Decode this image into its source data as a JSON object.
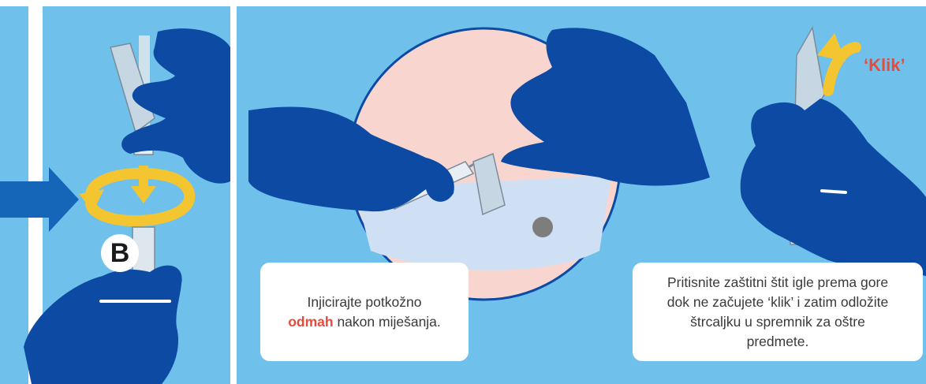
{
  "colors": {
    "background": "#6fc1ec",
    "glove": "#0d4aa3",
    "accent_red": "#e84b3c",
    "arrow_yellow": "#f3c531",
    "arrow_blue": "#1565b8",
    "skin": "#f8d6cf",
    "pouch": "#cfe0f5"
  },
  "icons": [
    "rotate-arrow-icon",
    "down-arrow-icon",
    "push-arrow-icon",
    "curved-up-arrow-icon"
  ],
  "panel1": {
    "label": "B"
  },
  "panel2": {
    "callout_before": "Injicirajte potkožno",
    "callout_accent": "odmah",
    "callout_after": "nakon miješanja."
  },
  "panel3": {
    "sound_label": "‘Klik’",
    "callout": "Pritisnite zaštitni štit igle prema gore dok ne začujete ‘klik’ i zatim odložite štrcaljku u spremnik za oštre predmete."
  }
}
